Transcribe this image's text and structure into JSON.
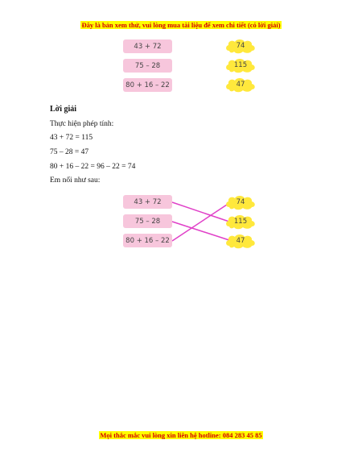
{
  "top_banner": "Đây là bản xem thử, vui lòng mua tài liệu để xem chi tiết (có lời giải)",
  "bottom_banner": "Mọi thắc mắc vui lòng xin liên hệ hotline: 084 283 45 85",
  "exercise": {
    "expressions": [
      "43 + 72",
      "75 – 28",
      "80 + 16 – 22"
    ],
    "results": [
      "74",
      "115",
      "47"
    ]
  },
  "solution": {
    "heading": "Lời giải",
    "intro": "Thực hiện phép tính:",
    "steps": [
      "43 + 72 = 115",
      "75 – 28 = 47",
      "80 + 16 – 22 = 96 – 22 = 74"
    ],
    "outro": "Em nối như sau:"
  },
  "answer": {
    "expressions": [
      "43 + 72",
      "75 – 28",
      "80 + 16 – 22"
    ],
    "results": [
      "74",
      "115",
      "47"
    ],
    "line_color": "#e040c8"
  },
  "colors": {
    "pill": "#f7c6dc",
    "cloud": "#ffe83c",
    "banner_text": "#d40000",
    "banner_highlight": "#ffff00"
  }
}
